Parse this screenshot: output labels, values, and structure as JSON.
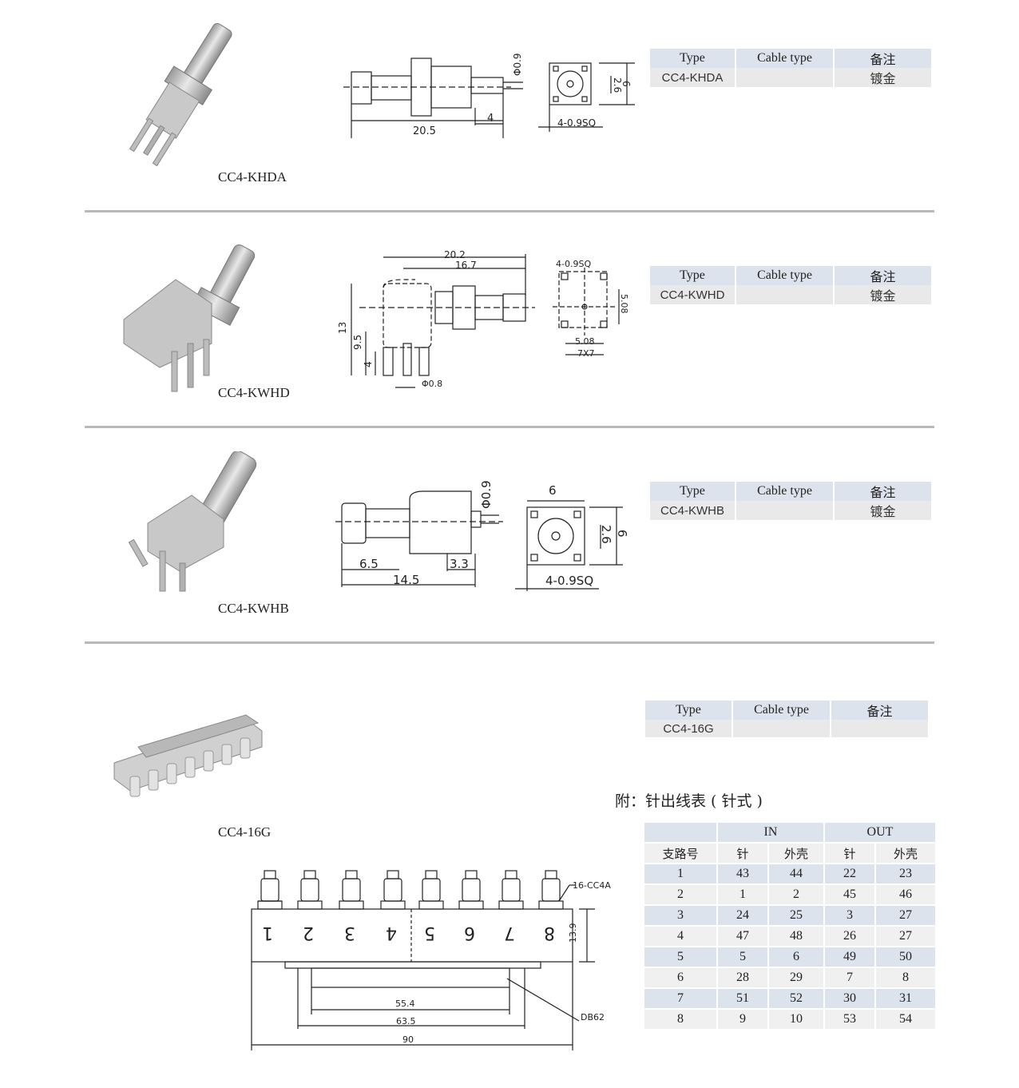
{
  "products": [
    {
      "caption": "CC4-KHDA",
      "type": "CC4-KHDA",
      "cable": "",
      "note": "镀金",
      "dims": {
        "len": "20.5",
        "pin": "4",
        "phi": "Φ0.9",
        "sq": "4-0.9SQ",
        "a": "2.6",
        "b": "6"
      }
    },
    {
      "caption": "CC4-KWHD",
      "type": "CC4-KWHD",
      "cable": "",
      "note": "镀金",
      "dims": {
        "l1": "20.2",
        "l2": "16.7",
        "h1": "13",
        "h2": "9.5",
        "h3": "4",
        "phi": "Φ0.8",
        "sq": "4-0.9SQ",
        "p1": "5.08",
        "p2": "5.08",
        "p3": "7X7"
      }
    },
    {
      "caption": "CC4-KWHB",
      "type": "CC4-KWHB",
      "cable": "",
      "note": "镀金",
      "dims": {
        "a": "6.5",
        "b": "3.3",
        "len": "14.5",
        "phi": "Φ0.9",
        "w": "6",
        "c": "2.6",
        "d": "6",
        "sq": "4-0.9SQ"
      }
    },
    {
      "caption": "CC4-16G",
      "type": "CC4-16G",
      "cable": "",
      "note": "",
      "dims": {
        "ref": "16-CC4A",
        "h": "13.9",
        "a": "55.4",
        "b": "63.5",
        "c": "90",
        "db": "DB62",
        "numbers": [
          "1",
          "2",
          "3",
          "4",
          "5",
          "6",
          "7",
          "8"
        ]
      }
    }
  ],
  "table_headers": {
    "type": "Type",
    "cable": "Cable type",
    "note": "备注"
  },
  "pin_table": {
    "title": "附：针出线表 ( 针式 )",
    "in": "IN",
    "out": "OUT",
    "sub": [
      "支路号",
      "针",
      "外壳",
      "针",
      "外壳"
    ],
    "rows": [
      [
        "1",
        "43",
        "44",
        "22",
        "23"
      ],
      [
        "2",
        "1",
        "2",
        "45",
        "46"
      ],
      [
        "3",
        "24",
        "25",
        "3",
        "27"
      ],
      [
        "4",
        "47",
        "48",
        "26",
        "27"
      ],
      [
        "5",
        "5",
        "6",
        "49",
        "50"
      ],
      [
        "6",
        "28",
        "29",
        "7",
        "8"
      ],
      [
        "7",
        "51",
        "52",
        "30",
        "31"
      ],
      [
        "8",
        "9",
        "10",
        "53",
        "54"
      ]
    ]
  }
}
